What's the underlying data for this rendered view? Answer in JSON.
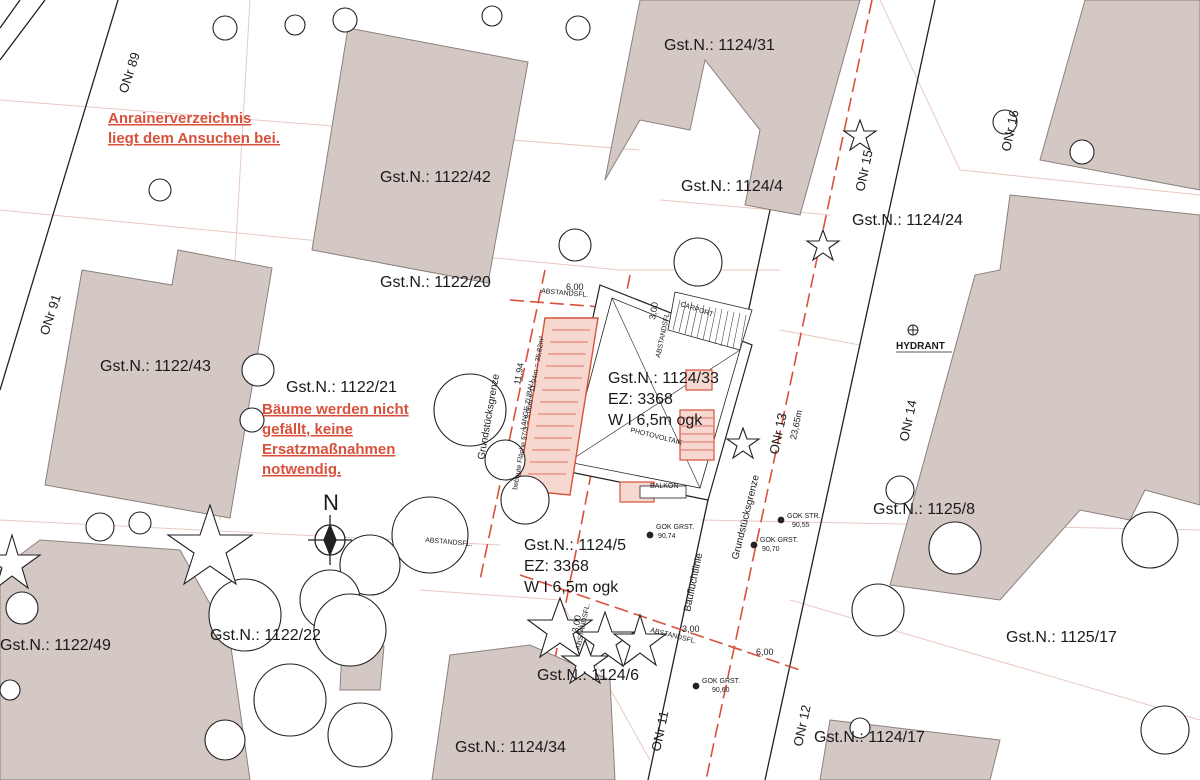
{
  "colors": {
    "building": "#d3c8c4",
    "building_stroke": "#8a817d",
    "red_accent": "#d8513c",
    "line_dark": "#222222",
    "line_light": "#e8c9c2",
    "background": "#ffffff"
  },
  "notes": {
    "neighbours": [
      "Anrainerverzeichnis",
      "liegt dem Ansuchen bei."
    ],
    "trees": [
      "Bäume werden nicht",
      "gefällt, keine",
      "Ersatzmaßnahmen",
      "notwendig."
    ]
  },
  "north_label": "N",
  "parcels": {
    "p1124_31": "Gst.N.: 1124/31",
    "p1122_42": "Gst.N.: 1122/42",
    "p1124_4": "Gst.N.: 1124/4",
    "p1124_24": "Gst.N.: 1124/24",
    "p1122_20": "Gst.N.: 1122/20",
    "p1122_43": "Gst.N.: 1122/43",
    "p1122_21": "Gst.N.: 1122/21",
    "p1124_33": "Gst.N.: 1124/33",
    "p1125_8": "Gst.N.: 1125/8",
    "p1124_5": "Gst.N.: 1124/5",
    "p1122_49": "Gst.N.: 1122/49",
    "p1122_22": "Gst.N.: 1122/22",
    "p1125_17": "Gst.N.: 1125/17",
    "p1124_6": "Gst.N.: 1124/6",
    "p1124_34": "Gst.N.: 1124/34",
    "p1124_17": "Gst.N.: 1124/17"
  },
  "zoning_main": {
    "ez": "EZ: 3368",
    "wi": "W I 6,5m ogk"
  },
  "zoning_second": {
    "ez": "EZ: 3368",
    "wi": "W I 6,5m ogk"
  },
  "house_numbers": {
    "onr89": "ONr 89",
    "onr91": "ONr 91",
    "onr15": "ONr 15",
    "onr16": "ONr 16",
    "onr14": "ONr 14",
    "onr13": "ONr 13",
    "onr11": "ONr 11",
    "onr12": "ONr 12"
  },
  "plan_labels": {
    "hydrant": "HYDRANT",
    "carport": "CARPORT",
    "balkon": "BALKON",
    "photovoltaik": "PHOTOVOLTAIK",
    "abstandsfl": "ABSTANDSFL.",
    "grundstuecksgrenze": "Grundstücksgrenze",
    "baufluchtlinie": "Baufluchtlinie",
    "lange_zubau": "LANGE ZUBAU",
    "bebaute_flaeche": "bebaute Fläche §7/3 = 3,00m × 11,94m = 35,82m²",
    "dim_600": "6,00",
    "dim_300": "3,00",
    "dim_1194": "11,94",
    "dim_2365": "23,65m"
  },
  "elevations": {
    "gok_grst": "GOK GRST.",
    "gok_str": "GOK STR.",
    "v9074": "90,74",
    "v9055": "90,55",
    "v9070": "90,70",
    "v9060": "90,60"
  }
}
